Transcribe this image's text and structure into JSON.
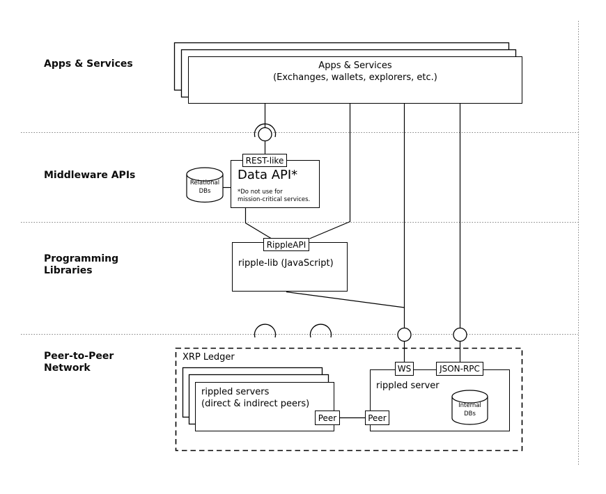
{
  "diagram": {
    "section_labels": {
      "apps": "Apps & Services",
      "middleware": "Middleware APIs",
      "libraries_line1": "Programming",
      "libraries_line2": "Libraries",
      "p2p_line1": "Peer-to-Peer",
      "p2p_line2": "Network"
    },
    "apps_layer": {
      "box_title": "Apps & Services",
      "box_subtitle": "(Exchanges, wallets, explorers, etc.)"
    },
    "middleware_layer": {
      "rest_tag": "REST-like",
      "data_api_title": "Data API*",
      "data_api_note_line1": "*Do not use for",
      "data_api_note_line2": "mission-critical services.",
      "relational_db_line1": "Relational",
      "relational_db_line2": "DBs"
    },
    "libraries_layer": {
      "ripple_api_tag": "RippleAPI",
      "ripple_lib_title": "ripple-lib (JavaScript)"
    },
    "p2p_layer": {
      "ledger_title": "XRP Ledger",
      "servers_line1": "rippled servers",
      "servers_line2": "(direct & indirect peers)",
      "server_title": "rippled server",
      "ws_tag": "WS",
      "jsonrpc_tag": "JSON-RPC",
      "peer_left_tag": "Peer",
      "peer_right_tag": "Peer",
      "internal_db_line1": "Internal",
      "internal_db_line2": "DBs"
    },
    "colors": {
      "ink": "#000000",
      "separator": "#7f7f7f",
      "background": "#ffffff"
    }
  }
}
